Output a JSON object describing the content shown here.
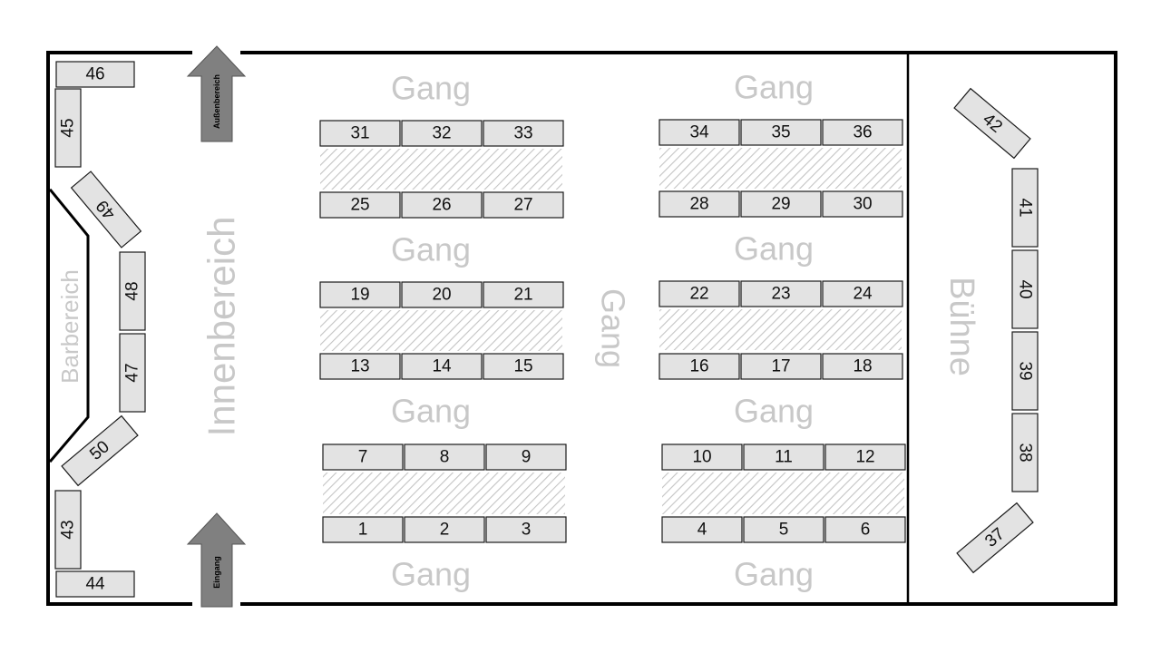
{
  "labels": {
    "innenbereich": "Innenbereich",
    "barbereich": "Barbereich",
    "buehne": "Bühne",
    "gang": "Gang",
    "eingang": "Eingang",
    "aussenbereich": "Außenbereich"
  },
  "stalls": {
    "s1": "1",
    "s2": "2",
    "s3": "3",
    "s4": "4",
    "s5": "5",
    "s6": "6",
    "s7": "7",
    "s8": "8",
    "s9": "9",
    "s10": "10",
    "s11": "11",
    "s12": "12",
    "s13": "13",
    "s14": "14",
    "s15": "15",
    "s16": "16",
    "s17": "17",
    "s18": "18",
    "s19": "19",
    "s20": "20",
    "s21": "21",
    "s22": "22",
    "s23": "23",
    "s24": "24",
    "s25": "25",
    "s26": "26",
    "s27": "27",
    "s28": "28",
    "s29": "29",
    "s30": "30",
    "s31": "31",
    "s32": "32",
    "s33": "33",
    "s34": "34",
    "s35": "35",
    "s36": "36",
    "s37": "37",
    "s38": "38",
    "s39": "39",
    "s40": "40",
    "s41": "41",
    "s42": "42",
    "s43": "43",
    "s44": "44",
    "s45": "45",
    "s46": "46",
    "s47": "47",
    "s48": "48",
    "s49": "49",
    "s50": "50"
  },
  "colors": {
    "stall_fill": "#e3e3e3",
    "label_gray": "#c8c8c8",
    "arrow_fill": "#808080"
  }
}
